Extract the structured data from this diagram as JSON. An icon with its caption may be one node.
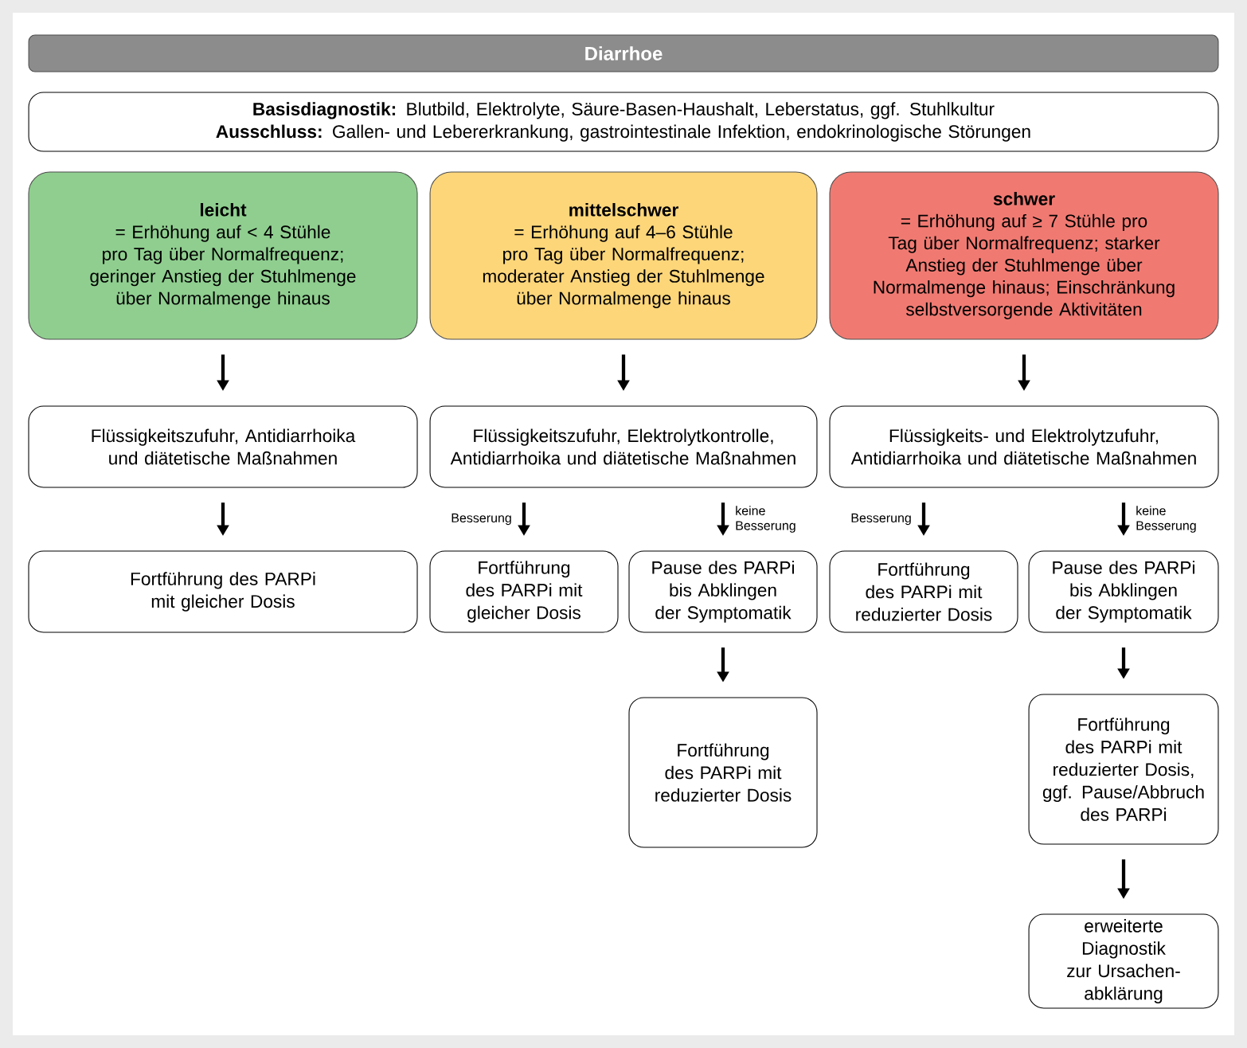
{
  "diagram": {
    "nodes": [
      {
        "text": [
          "Diarrhoe"
        ]
      },
      {
        "text": [
          "**Basisdiagnostik:** Blutbild, Elektrolyte, Säure-Basen-Haushalt, Leberstatus, ggf. Stuhlkultur",
          "**Ausschluss:** Gallen- und Lebererkrankung, gastrointestinale Infektion, endokrinologische Störungen"
        ]
      },
      {
        "text": [
          "leicht",
          "= Erhöhung auf < 4 Stühle pro Tag über Normalfrequenz; geringer Anstieg der Stuhlmenge über Normalmenge hinaus"
        ]
      },
      {
        "text": [
          "mittelschwer",
          "= Erhöhung auf 4–6 Stühle pro Tag über Normalfrequenz; moderater Anstieg der Stuhlmenge über Normalmenge hinaus"
        ]
      },
      {
        "text": [
          "schwer",
          "= Erhöhung auf ≥ 7 Stühle pro Tag über Normalfrequenz; starker Anstieg der Stuhlmenge über Normalmenge hinaus; Einschränkung selbstversorgende Aktivitäten"
        ]
      },
      {
        "text": [
          "Flüssigkeitszufuhr, Antidiarrhoika und diätetische Maßnahmen"
        ]
      },
      {
        "text": [
          "Flüssigkeitszufuhr, Elektrolytkontrolle, Antidiarrhoika und diätetische Maßnahmen"
        ]
      },
      {
        "text": [
          "Flüssigkeits- und Elektrolytzufuhr, Antidiarrhoika und diätetische Maßnahmen"
        ]
      },
      {
        "text": [
          "Fortführung des PARPi mit gleicher Dosis"
        ]
      },
      {
        "text": [
          "Fortführung des PARPi mit gleicher Dosis"
        ]
      },
      {
        "text": [
          "Pause des PARPi bis Abklingen der Symptomatik"
        ]
      },
      {
        "text": [
          "Fortführung des PARPi mit reduzierter Dosis"
        ]
      },
      {
        "text": [
          "Pause des PARPi bis Abklingen der Symptomatik"
        ]
      },
      {
        "text": [
          "Fortführung des PARPi mit reduzierter Dosis"
        ]
      },
      {
        "text": [
          "Fortführung des PARPi mit reduzierter Dosis, ggf. Pause/Abbruch des PARPi"
        ]
      },
      {
        "text": [
          "erweiterte Diagnostik zur Ursachen-abklärung"
        ]
      }
    ],
    "edges": [
      {
        "from": 2,
        "to": 5,
        "arrow": "to"
      },
      {
        "from": 3,
        "to": 6,
        "arrow": "to"
      },
      {
        "from": 4,
        "to": 7,
        "arrow": "to"
      },
      {
        "from": 5,
        "to": 8,
        "arrow": "to"
      },
      {
        "from": 6,
        "to": 9,
        "arrow": "to",
        "label": "Besserung"
      },
      {
        "from": 6,
        "to": 10,
        "arrow": "to",
        "label": "keine Besserung"
      },
      {
        "from": 7,
        "to": 11,
        "arrow": "to",
        "label": "Besserung"
      },
      {
        "from": 7,
        "to": 12,
        "arrow": "to",
        "label": "keine Besserung"
      },
      {
        "from": 10,
        "to": 13,
        "arrow": "to"
      },
      {
        "from": 12,
        "to": 14,
        "arrow": "to"
      },
      {
        "from": 14,
        "to": 15,
        "arrow": "to"
      }
    ]
  }
}
